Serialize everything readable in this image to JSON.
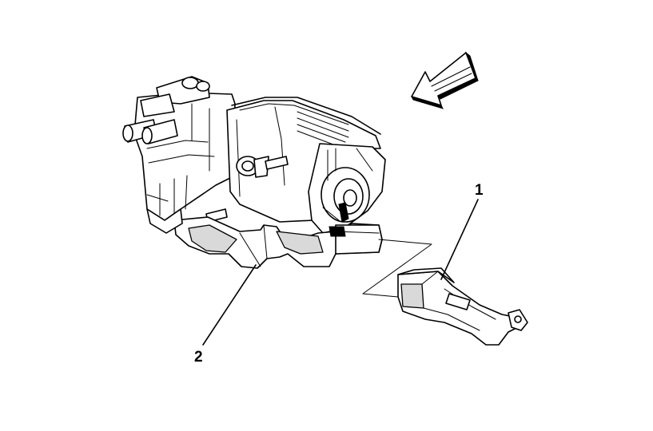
{
  "callouts": [
    {
      "id": "1",
      "text": "1"
    },
    {
      "id": "2",
      "text": "2"
    }
  ],
  "colors": {
    "line": "#000000",
    "background": "#ffffff",
    "shade": "#d9d9d9"
  }
}
